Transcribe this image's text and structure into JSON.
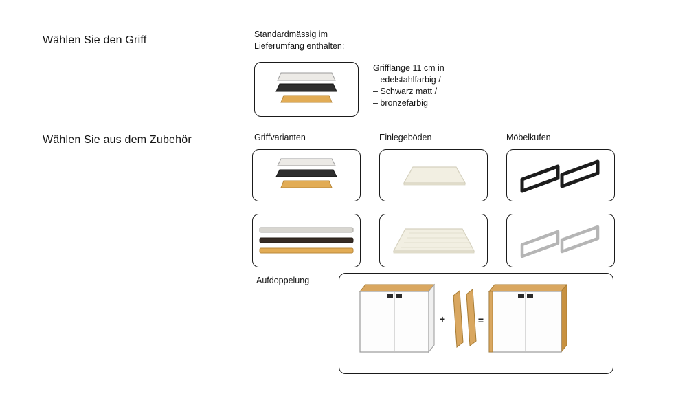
{
  "colors": {
    "gold": "#E2AC55",
    "gold-edge": "#B9883A",
    "black-handle": "#2E2E2E",
    "black-edge": "#141414",
    "silver": "#ECEAE6",
    "silver-edge": "#9B9B9B",
    "bar-silver": "#D8D6D0",
    "bar-dark": "#372C24",
    "shelf": "#F2EFE2",
    "shelf-edge": "#D5D1BF",
    "runner-black": "#1C1C1C",
    "runner-white": "#B5B5B5",
    "oak": "#D9A760",
    "oak-side": "#C8913F",
    "oak-edge": "#A87C33",
    "cab-stroke": "#9A9A9A"
  },
  "section_griff": {
    "title": "Wählen Sie den Griff",
    "standard_note": [
      "Standardmässig im",
      "Lieferumfang enthalten:"
    ],
    "handle_info": [
      "Grifflänge 11 cm in",
      "– edelstahlfarbig /",
      "– Schwarz matt /",
      "– bronzefarbig"
    ]
  },
  "section_zubehoer": {
    "title": "Wählen Sie aus dem Zubehör",
    "columns": [
      {
        "label": "Griffvarianten"
      },
      {
        "label": "Einlegeböden"
      },
      {
        "label": "Möbelkufen"
      }
    ],
    "aufdoppelung": {
      "label": "Aufdoppelung",
      "plus": "+",
      "equals": "="
    }
  }
}
